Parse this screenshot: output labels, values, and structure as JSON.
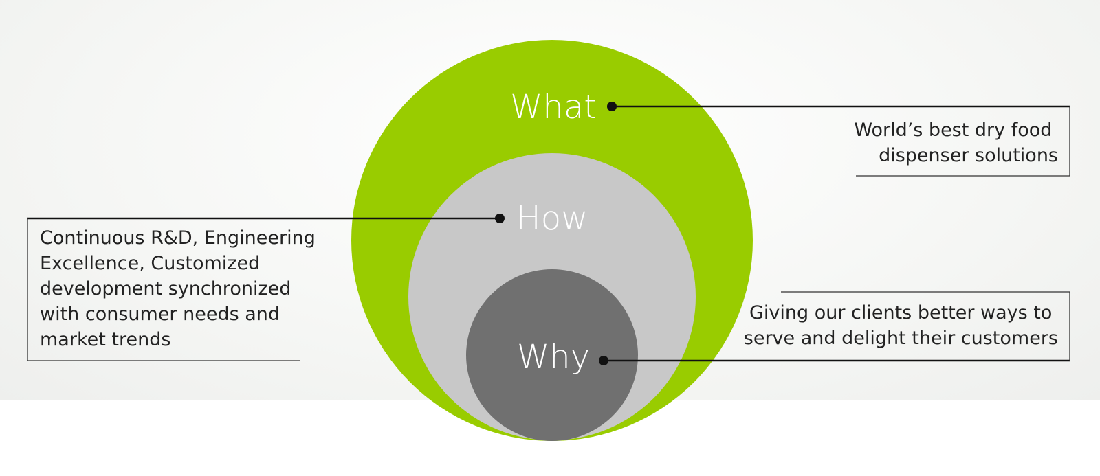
{
  "diagram": {
    "rings": [
      {
        "key": "what",
        "label": "What",
        "color": "#99cc00"
      },
      {
        "key": "how",
        "label": "How",
        "color": "#c8c8c8"
      },
      {
        "key": "why",
        "label": "Why",
        "color": "#707070"
      }
    ],
    "callouts": {
      "what": {
        "lines": [
          "World’s best dry food",
          "dispenser solutions"
        ]
      },
      "how": {
        "lines": [
          "Continuous R&D, Engineering",
          "Excellence, Customized",
          "development synchronized",
          "with consumer needs and",
          "market trends"
        ]
      },
      "why": {
        "lines": [
          "Giving our clients better ways to",
          "serve and delight their customers"
        ]
      }
    },
    "line_color": "#111111"
  }
}
